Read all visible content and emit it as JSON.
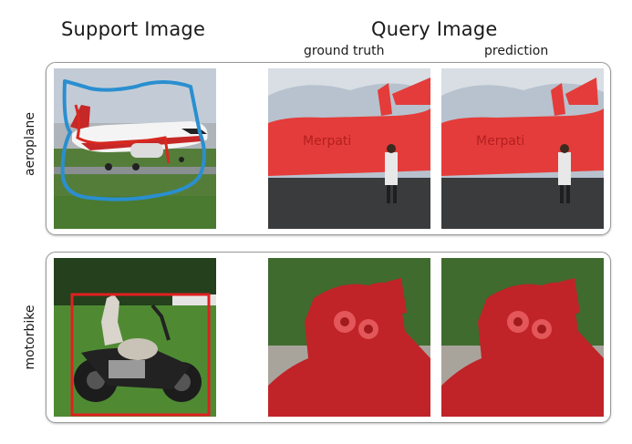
{
  "headers": {
    "support": "Support Image",
    "query": "Query Image",
    "ground_truth": "ground truth",
    "prediction": "prediction"
  },
  "rows": [
    {
      "label": "aeroplane",
      "query_text": "Merpati"
    },
    {
      "label": "motorbike"
    }
  ],
  "colors": {
    "mask": "#e53935",
    "scribble_blue": "#2a8fd0",
    "scribble_red": "#d8281f",
    "bbox_red": "#e02020",
    "sky": "#b8c4cf",
    "grass": "#4f8a33"
  }
}
